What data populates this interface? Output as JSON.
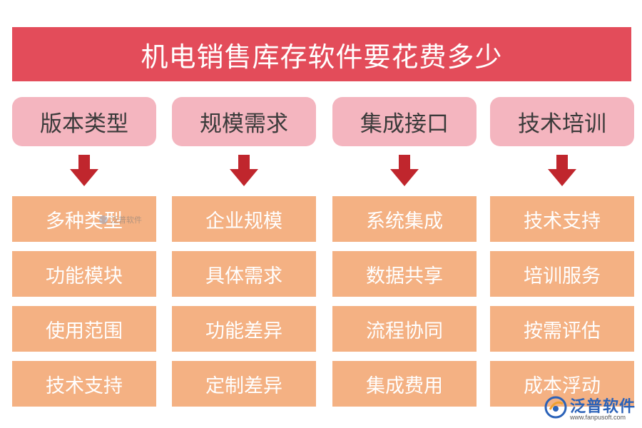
{
  "title": "机电销售库存软件要花费多少",
  "columns": [
    {
      "category": "版本类型",
      "items": [
        "多种类型",
        "功能模块",
        "使用范围",
        "技术支持"
      ]
    },
    {
      "category": "规模需求",
      "items": [
        "企业规模",
        "具体需求",
        "功能差异",
        "定制差异"
      ]
    },
    {
      "category": "集成接口",
      "items": [
        "系统集成",
        "数据共享",
        "流程协同",
        "集成费用"
      ]
    },
    {
      "category": "技术培训",
      "items": [
        "技术支持",
        "培训服务",
        "按需评估",
        "成本浮动"
      ]
    }
  ],
  "watermark": {
    "text": "泛普软件"
  },
  "logo": {
    "name": "泛普软件",
    "url": "www.fanpusoft.com"
  },
  "colors": {
    "title_bg": "#e34c5a",
    "category_bg": "#f4b5bf",
    "item_bg": "#f4b183",
    "arrow": "#c0262d"
  }
}
